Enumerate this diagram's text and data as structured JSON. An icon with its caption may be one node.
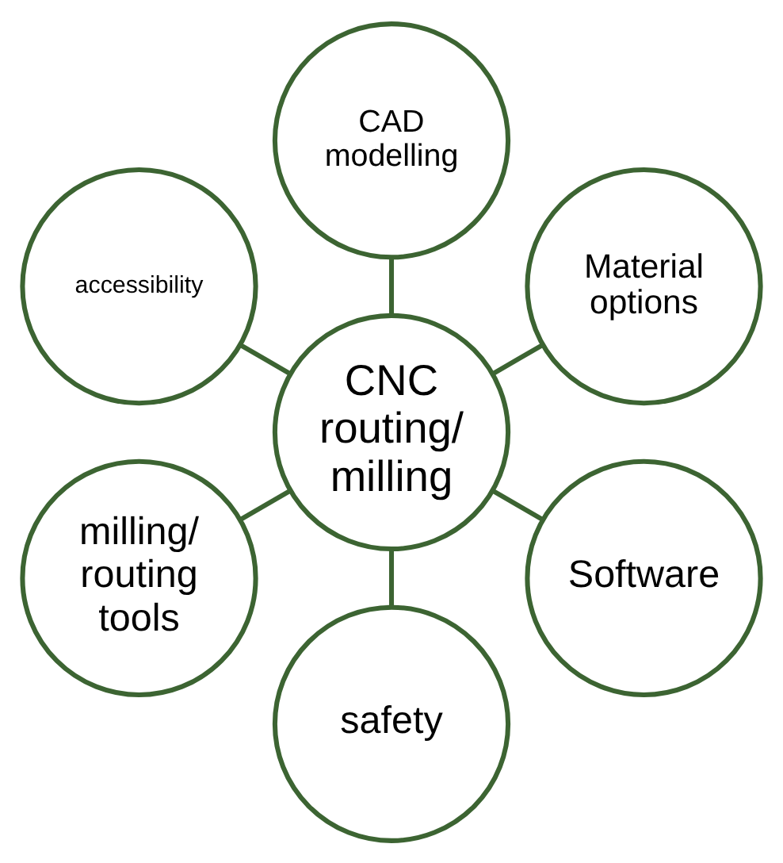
{
  "diagram": {
    "nodes": [
      {
        "text": [
          "CNC routing/ milling"
        ]
      },
      {
        "text": [
          "Material options"
        ]
      },
      {
        "text": [
          "CAD modelling"
        ]
      },
      {
        "text": [
          "accessibility"
        ]
      },
      {
        "text": [
          "milling/ routing tools"
        ]
      },
      {
        "text": [
          "safety"
        ]
      },
      {
        "text": [
          "Software"
        ]
      }
    ],
    "edges": [
      {
        "from": 0,
        "to": 1,
        "arrow": "none"
      },
      {
        "from": 0,
        "to": 2,
        "arrow": "none"
      },
      {
        "from": 0,
        "to": 3,
        "arrow": "none"
      },
      {
        "from": 0,
        "to": 4,
        "arrow": "none"
      },
      {
        "from": 0,
        "to": 5,
        "arrow": "none"
      },
      {
        "from": 0,
        "to": 6,
        "arrow": "none"
      }
    ]
  }
}
